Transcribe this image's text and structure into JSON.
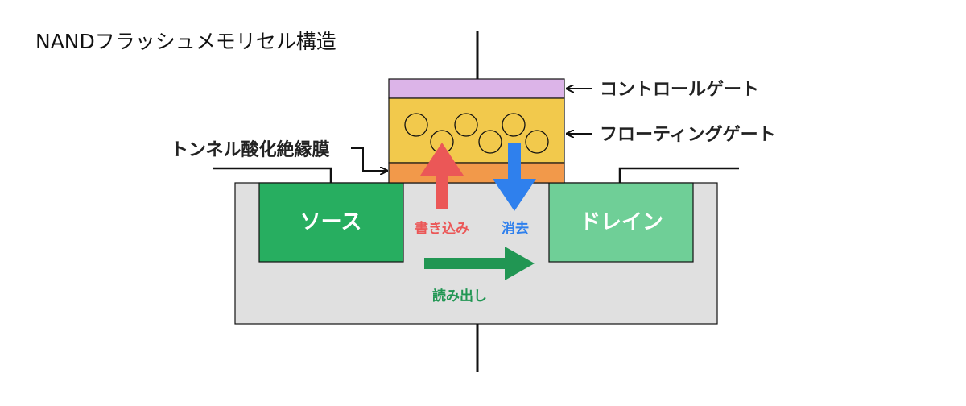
{
  "title": "NANDフラッシュメモリセル構造",
  "labels": {
    "control_gate": "コントロールゲート",
    "floating_gate": "フローティングゲート",
    "tunnel_oxide": "トンネル酸化絶縁膜",
    "source": "ソース",
    "drain": "ドレイン"
  },
  "operations": {
    "write": "書き込み",
    "erase": "消去",
    "read": "読み出し"
  },
  "colors": {
    "control_gate": "#dcb4e8",
    "floating_gate": "#f2c94c",
    "tunnel_oxide": "#f2994a",
    "substrate": "#e0e0e0",
    "source": "#27ae60",
    "drain": "#6fcf97",
    "write": "#eb5757",
    "erase": "#2f80ed",
    "read": "#219653"
  },
  "icons": {
    "electron": "circle"
  }
}
